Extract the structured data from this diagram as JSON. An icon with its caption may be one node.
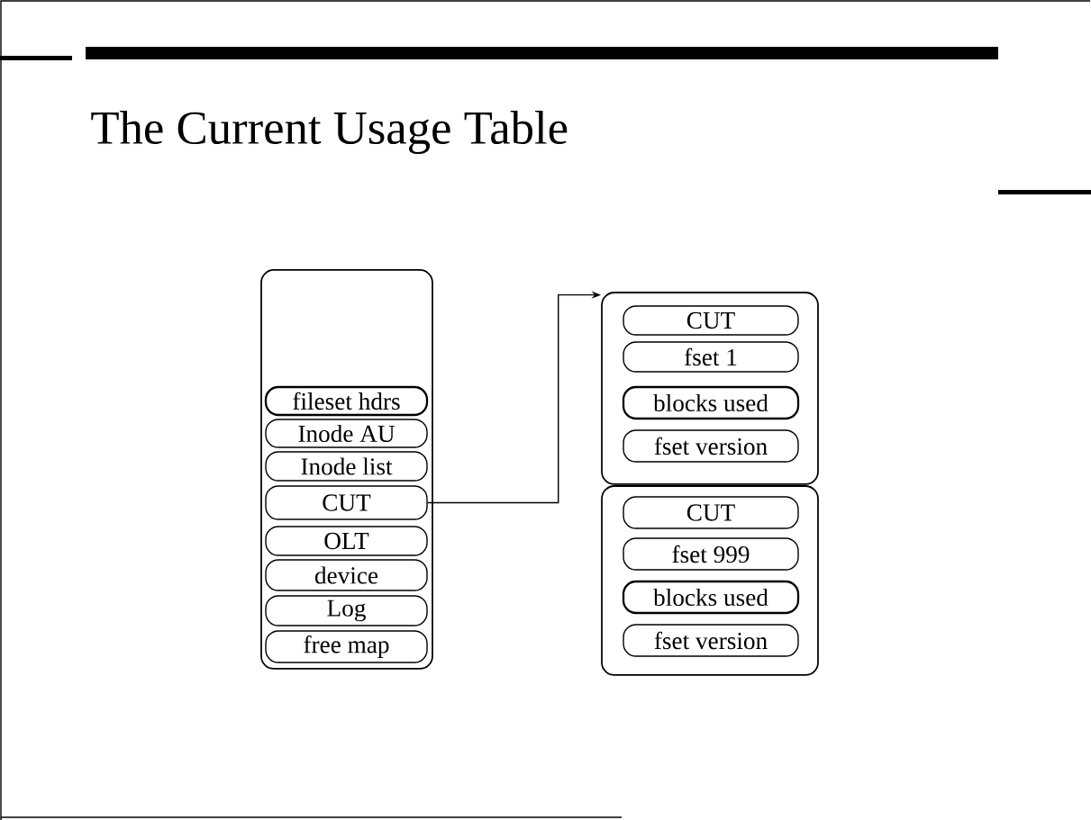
{
  "diagram": {
    "title": "The Current Usage Table",
    "nodes": [
      {
        "text": [],
        "shape": "box"
      },
      {
        "text": [
          "fileset hdrs"
        ],
        "in": 0
      },
      {
        "text": [
          "Inode AU"
        ],
        "in": 0
      },
      {
        "text": [
          "Inode list"
        ],
        "in": 0
      },
      {
        "text": [
          "CUT"
        ],
        "in": 0
      },
      {
        "text": [
          "OLT"
        ],
        "in": 0
      },
      {
        "text": [
          "device"
        ],
        "in": 0
      },
      {
        "text": [
          "Log"
        ],
        "in": 0
      },
      {
        "text": [
          "free map"
        ],
        "in": 0
      },
      {
        "text": [],
        "shape": "box"
      },
      {
        "text": [
          "CUT"
        ],
        "in": 9
      },
      {
        "text": [
          "fset 1"
        ],
        "in": 9
      },
      {
        "text": [
          "blocks used"
        ],
        "in": 9
      },
      {
        "text": [
          "fset version"
        ],
        "in": 9
      },
      {
        "text": [],
        "shape": "box"
      },
      {
        "text": [
          "CUT"
        ],
        "in": 14
      },
      {
        "text": [
          "fset 999"
        ],
        "in": 14
      },
      {
        "text": [
          "blocks used"
        ],
        "in": 14
      },
      {
        "text": [
          "fset version"
        ],
        "in": 14
      }
    ],
    "edges": [
      {
        "from": 4,
        "to": 9,
        "arrow": "to"
      }
    ]
  }
}
